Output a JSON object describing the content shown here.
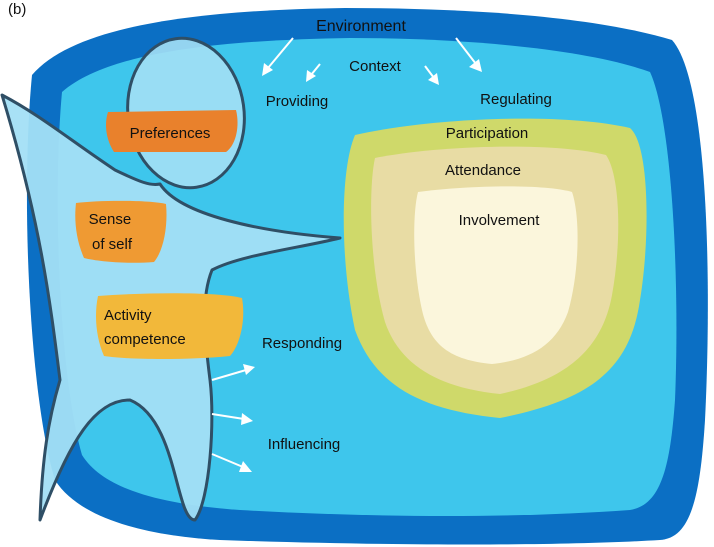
{
  "panel_label": "(b)",
  "labels": {
    "environment": "Environment",
    "context": "Context",
    "providing": "Providing",
    "regulating": "Regulating",
    "participation": "Participation",
    "attendance": "Attendance",
    "involvement": "Involvement",
    "responding": "Responding",
    "influencing": "Influencing"
  },
  "person_attributes": {
    "preferences": "Preferences",
    "sense_of_self": [
      "Sense",
      "of self"
    ],
    "activity_competence": [
      "Activity",
      "competence"
    ]
  },
  "colors": {
    "environment": "#0b6fc4",
    "context": "#3ec6ec",
    "person_body": "#a3dff5",
    "person_outline": "#2f4f66",
    "participation": "#cfd96a",
    "attendance": "#e8dca4",
    "involvement": "#fbf6dc",
    "attribute_orange": "#e9812c",
    "attribute_orange_mid": "#ef9a33",
    "attribute_yellow": "#f2b83a",
    "arrow": "#ffffff"
  }
}
